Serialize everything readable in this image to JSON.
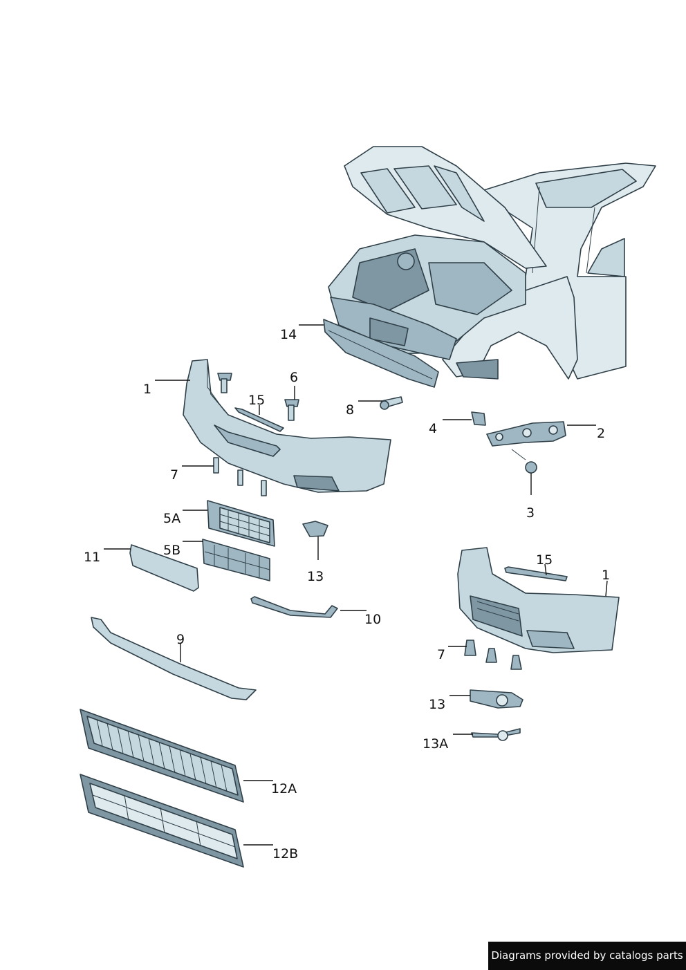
{
  "callouts": {
    "c1a": "1",
    "c1b": "1",
    "c2": "2",
    "c3": "3",
    "c4": "4",
    "c5a": "5A",
    "c5b": "5B",
    "c6": "6",
    "c7a": "7",
    "c7b": "7",
    "c8": "8",
    "c9": "9",
    "c10": "10",
    "c11": "11",
    "c12a": "12A",
    "c12b": "12B",
    "c13a": "13",
    "c13b": "13",
    "c13c": "13A",
    "c14": "14",
    "c15a": "15",
    "c15b": "15"
  },
  "footer": {
    "credit": "Diagrams provided by catalogs parts"
  },
  "colors": {
    "part_light": "#c6d8df",
    "part_mid": "#9fb7c2",
    "part_dark": "#7e97a3",
    "outline": "#2f3f48"
  }
}
